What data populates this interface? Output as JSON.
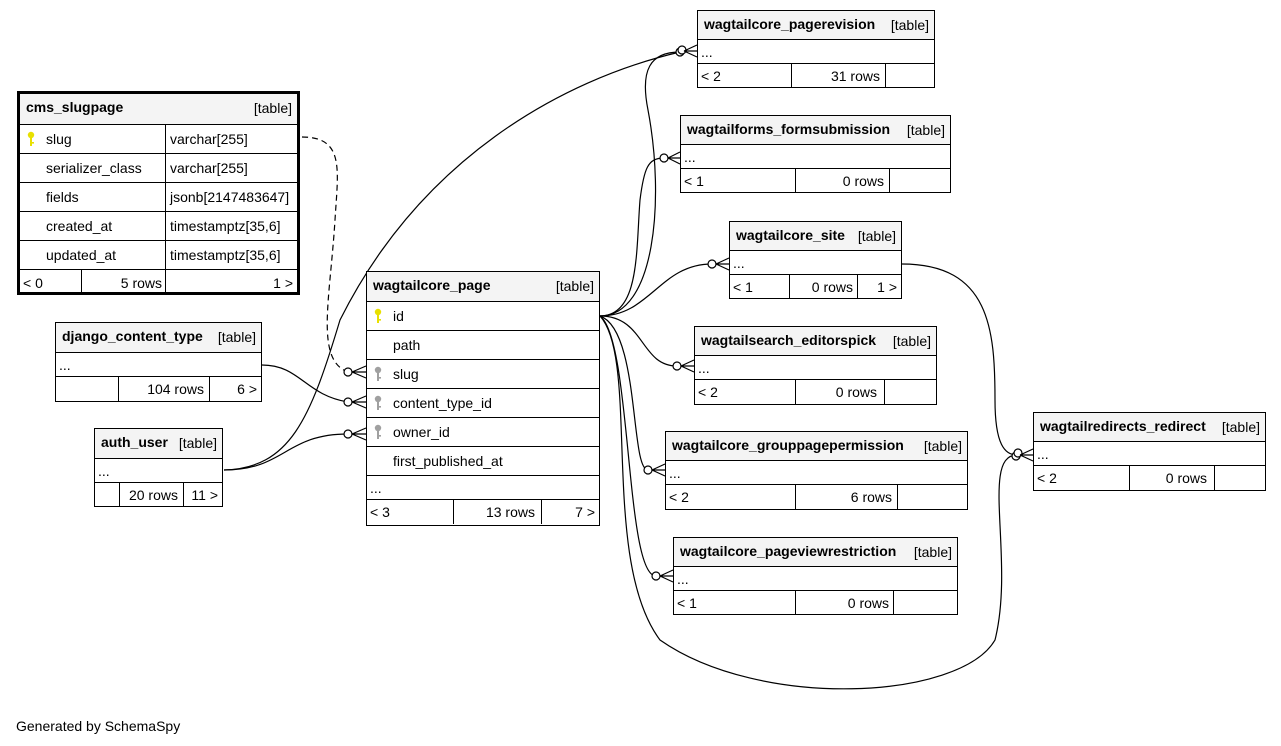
{
  "footer_text": "Generated by SchemaSpy",
  "kind_label": "[table]",
  "colors": {
    "primary_key": "#e8e000",
    "foreign_key": "#a0a0a0",
    "header_bg": "#f4f4f4"
  },
  "tables": {
    "cms_slugpage": {
      "name": "cms_slugpage",
      "columns": [
        {
          "name": "slug",
          "type": "varchar[255]",
          "icon": "primary-key-icon"
        },
        {
          "name": "serializer_class",
          "type": "varchar[255]"
        },
        {
          "name": "fields",
          "type": "jsonb[2147483647]"
        },
        {
          "name": "created_at",
          "type": "timestamptz[35,6]"
        },
        {
          "name": "updated_at",
          "type": "timestamptz[35,6]"
        }
      ],
      "parents": "< 0",
      "rows": "5 rows",
      "children": "1 >"
    },
    "django_content_type": {
      "name": "django_content_type",
      "ellipsis": "...",
      "parents": "",
      "rows": "104 rows",
      "children": "6 >"
    },
    "auth_user": {
      "name": "auth_user",
      "ellipsis": "...",
      "parents": "",
      "rows": "20 rows",
      "children": "11 >"
    },
    "wagtailcore_page": {
      "name": "wagtailcore_page",
      "columns": [
        {
          "name": "id",
          "icon": "primary-key-icon"
        },
        {
          "name": "path"
        },
        {
          "name": "slug",
          "icon": "foreign-key-icon"
        },
        {
          "name": "content_type_id",
          "icon": "foreign-key-icon"
        },
        {
          "name": "owner_id",
          "icon": "foreign-key-icon"
        },
        {
          "name": "first_published_at"
        }
      ],
      "ellipsis": "...",
      "parents": "< 3",
      "rows": "13 rows",
      "children": "7 >"
    },
    "wagtailcore_pagerevision": {
      "name": "wagtailcore_pagerevision",
      "ellipsis": "...",
      "parents": "< 2",
      "rows": "31 rows",
      "children": ""
    },
    "wagtailforms_formsubmission": {
      "name": "wagtailforms_formsubmission",
      "ellipsis": "...",
      "parents": "< 1",
      "rows": "0 rows",
      "children": ""
    },
    "wagtailcore_site": {
      "name": "wagtailcore_site",
      "ellipsis": "...",
      "parents": "< 1",
      "rows": "0 rows",
      "children": "1 >"
    },
    "wagtailsearch_editorspick": {
      "name": "wagtailsearch_editorspick",
      "ellipsis": "...",
      "parents": "< 2",
      "rows": "0 rows",
      "children": ""
    },
    "wagtailcore_grouppagepermission": {
      "name": "wagtailcore_grouppagepermission",
      "ellipsis": "...",
      "parents": "< 2",
      "rows": "6 rows",
      "children": ""
    },
    "wagtailcore_pageviewrestriction": {
      "name": "wagtailcore_pageviewrestriction",
      "ellipsis": "...",
      "parents": "< 1",
      "rows": "0 rows",
      "children": ""
    },
    "wagtailredirects_redirect": {
      "name": "wagtailredirects_redirect",
      "ellipsis": "...",
      "parents": "< 2",
      "rows": "0 rows",
      "children": ""
    }
  }
}
